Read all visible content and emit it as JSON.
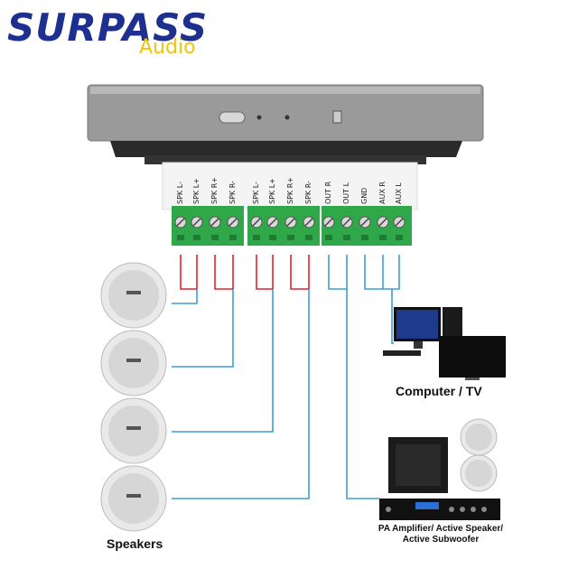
{
  "brand": {
    "name": "SURPASS",
    "sub": "Audio"
  },
  "terminals": [
    {
      "label": "SPK L-",
      "wire": "red"
    },
    {
      "label": "SPK L+",
      "wire": "blue"
    },
    {
      "label": "SPK R+",
      "wire": "red"
    },
    {
      "label": "SPK R-",
      "wire": "blue"
    },
    {
      "label": "SPK L-",
      "wire": "red"
    },
    {
      "label": "SPK L+",
      "wire": "blue"
    },
    {
      "label": "SPK R+",
      "wire": "red"
    },
    {
      "label": "SPK R-",
      "wire": "blue"
    },
    {
      "label": "OUT R",
      "wire": "blue"
    },
    {
      "label": "OUT L",
      "wire": "blue"
    },
    {
      "label": "GND",
      "wire": "blue"
    },
    {
      "label": "AUX R",
      "wire": "blue"
    },
    {
      "label": "AUX L",
      "wire": "blue"
    }
  ],
  "captions": {
    "computer": "Computer / TV",
    "speakers": "Speakers",
    "pa_line1": "PA Amplifier/ Active Speaker/",
    "pa_line2": "Active Subwoofer"
  },
  "colors": {
    "red_wire": "#e0242a",
    "blue_wire": "#3a9fd6",
    "terminal_green": "#2fa84a",
    "brand_blue": "#1d2f8f",
    "brand_yellow": "#f2c40c"
  }
}
